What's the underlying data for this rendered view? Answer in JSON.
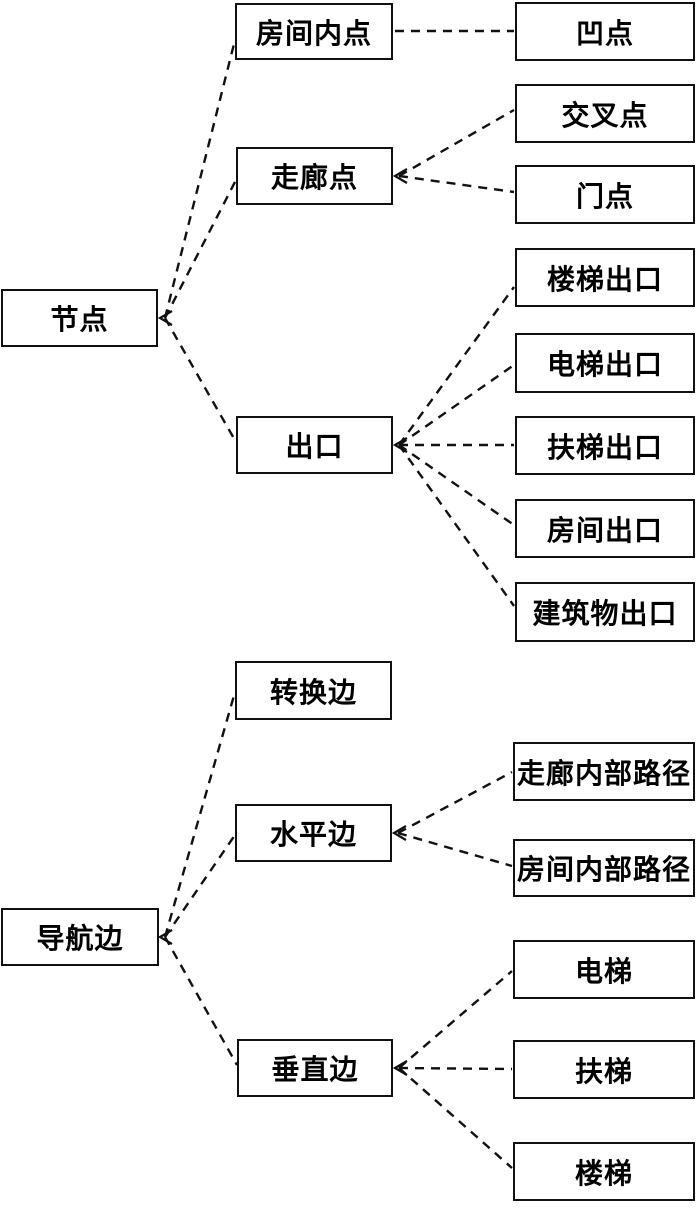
{
  "diagram": {
    "title": "indoor navigation graph element taxonomy",
    "line_color": "#111111",
    "box_background": "#ffffff",
    "tree1": {
      "root": {
        "label": "节点"
      },
      "children": [
        {
          "label": "房间内点",
          "children": [
            {
              "label": "凹点"
            }
          ]
        },
        {
          "label": "走廊点",
          "children": [
            {
              "label": "交叉点"
            },
            {
              "label": "门点"
            }
          ]
        },
        {
          "label": "出口",
          "children": [
            {
              "label": "楼梯出口"
            },
            {
              "label": "电梯出口"
            },
            {
              "label": "扶梯出口"
            },
            {
              "label": "房间出口"
            },
            {
              "label": "建筑物出口"
            }
          ]
        }
      ]
    },
    "tree2": {
      "root": {
        "label": "导航边"
      },
      "children": [
        {
          "label": "转换边",
          "children": []
        },
        {
          "label": "水平边",
          "children": [
            {
              "label": "走廊内部路径"
            },
            {
              "label": "房间内部路径"
            }
          ]
        },
        {
          "label": "垂直边",
          "children": [
            {
              "label": "电梯"
            },
            {
              "label": "扶梯"
            },
            {
              "label": "楼梯"
            }
          ]
        }
      ]
    }
  }
}
